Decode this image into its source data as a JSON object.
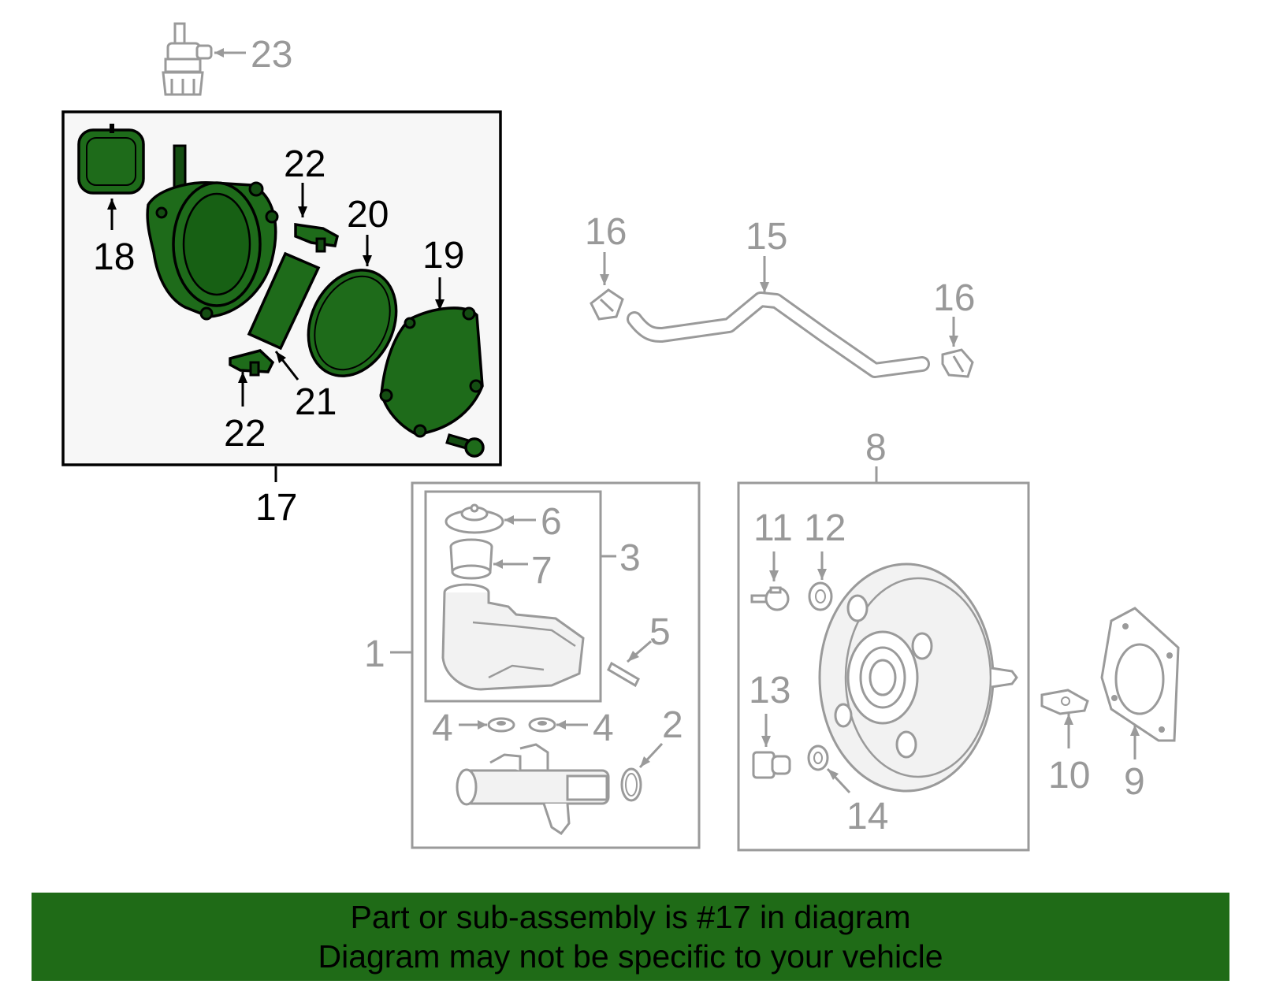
{
  "callouts": {
    "c1": "1",
    "c2": "2",
    "c3": "3",
    "c4a": "4",
    "c4b": "4",
    "c5": "5",
    "c6": "6",
    "c7": "7",
    "c8": "8",
    "c9": "9",
    "c10": "10",
    "c11": "11",
    "c12": "12",
    "c13": "13",
    "c14": "14",
    "c15": "15",
    "c16a": "16",
    "c16b": "16",
    "c17": "17",
    "c18": "18",
    "c19": "19",
    "c20": "20",
    "c21": "21",
    "c22a": "22",
    "c22b": "22",
    "c23": "23"
  },
  "banner": {
    "line1": "Part or sub-assembly is #17 in diagram",
    "line2": "Diagram may not be specific to your vehicle"
  },
  "colors": {
    "highlight_green": "#1e6b1a",
    "banner_green": "#1f6b17",
    "grey_line": "#9a9a9a"
  }
}
